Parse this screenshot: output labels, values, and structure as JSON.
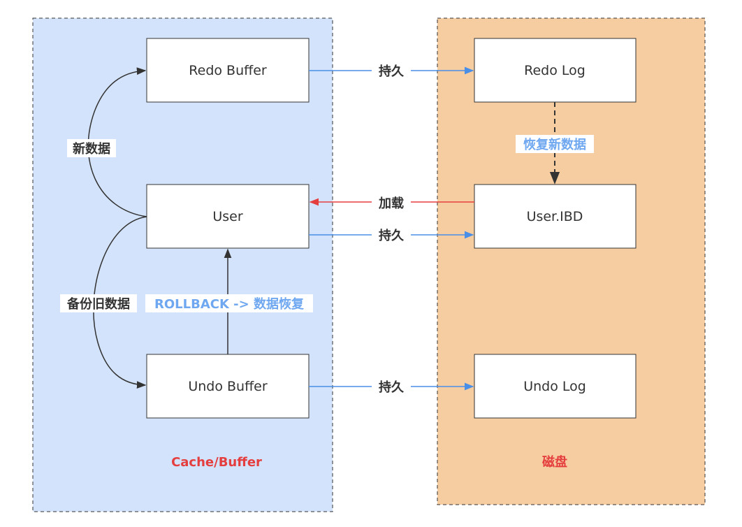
{
  "regions": {
    "cache": {
      "title": "Cache/Buffer",
      "fill": "#d3e3fb",
      "title_color": "#e53e3e"
    },
    "disk": {
      "title": "磁盘",
      "fill": "#f6cda1",
      "title_color": "#e53e3e"
    }
  },
  "boxes": {
    "redo_buffer": "Redo Buffer",
    "user": "User",
    "undo_buffer": "Undo Buffer",
    "redo_log": "Redo Log",
    "user_ibd": "User.IBD",
    "undo_log": "Undo Log"
  },
  "edge_labels": {
    "persist_redo": "持久",
    "persist_user": "持久",
    "persist_undo": "持久",
    "load": "加载",
    "recover_new": "恢复新数据",
    "new_data": "新数据",
    "backup_old": "备份旧数据",
    "rollback": "ROLLBACK -> 数据恢复"
  },
  "colors": {
    "persist_arrow": "#4a8fe7",
    "load_arrow": "#e53e3e",
    "neutral_arrow": "#333333"
  }
}
